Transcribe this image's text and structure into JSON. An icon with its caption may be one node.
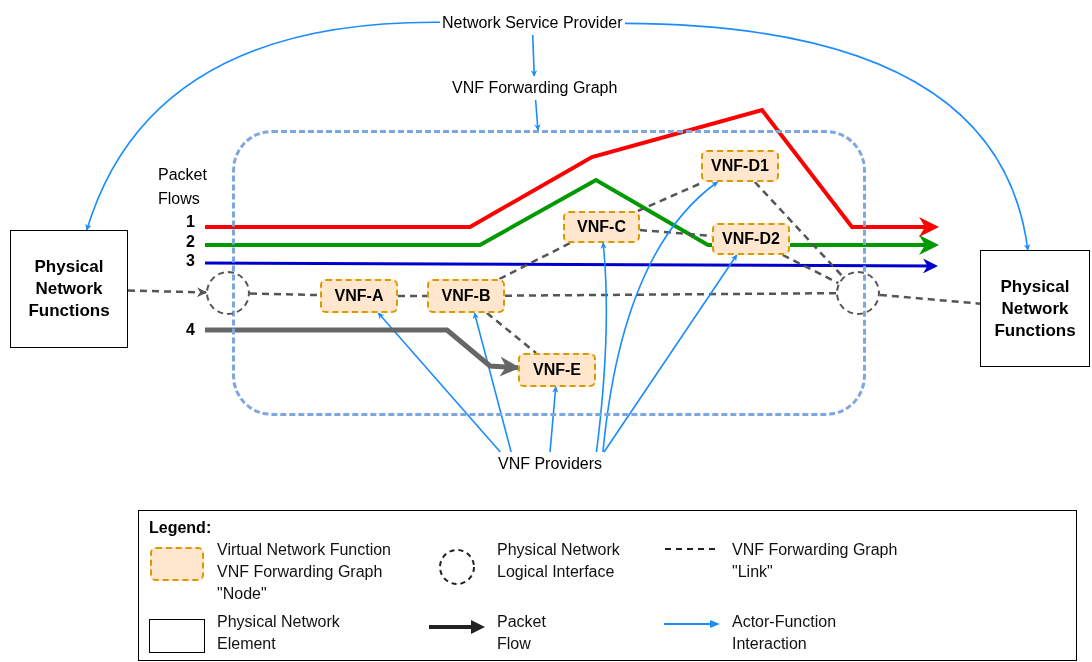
{
  "diagram": {
    "nodes": [
      {
        "text": [
          "Network Service Provider"
        ]
      },
      {
        "text": [
          "VNF Forwarding Graph"
        ]
      },
      {
        "text": [],
        "shape": "box"
      },
      {
        "text": [
          "Physical Network Functions"
        ]
      },
      {
        "text": [
          "Physical Network Functions"
        ]
      },
      {
        "text": [],
        "shape": "circle"
      },
      {
        "text": [],
        "shape": "circle"
      },
      {
        "text": [
          "VNF-A"
        ],
        "in": 2
      },
      {
        "text": [
          "VNF-B"
        ],
        "in": 2
      },
      {
        "text": [
          "VNF-C"
        ],
        "in": 2
      },
      {
        "text": [
          "VNF-D1"
        ],
        "in": 2
      },
      {
        "text": [
          "VNF-D2"
        ],
        "in": 2
      },
      {
        "text": [
          "VNF-E"
        ],
        "in": 2
      },
      {
        "text": [
          "VNF Providers"
        ]
      }
    ],
    "edges": [
      {
        "from": 0,
        "to": 3,
        "arrow": "to",
        "color": "#1a8cff"
      },
      {
        "from": 0,
        "to": 4,
        "arrow": "to",
        "color": "#1a8cff"
      },
      {
        "from": 0,
        "to": 1,
        "arrow": "to",
        "color": "#1a8cff"
      },
      {
        "from": 1,
        "to": 2,
        "arrow": "to",
        "color": "#1a8cff"
      },
      {
        "from": 3,
        "to": 5,
        "arrow": "to",
        "style": "dashed",
        "color": "#555555"
      },
      {
        "from": 5,
        "to": 7,
        "arrow": "none",
        "style": "dashed",
        "color": "#555555"
      },
      {
        "from": 7,
        "to": 8,
        "arrow": "none",
        "style": "dashed",
        "color": "#555555"
      },
      {
        "from": 8,
        "to": 9,
        "arrow": "none",
        "style": "dashed",
        "color": "#555555"
      },
      {
        "from": 8,
        "to": 12,
        "arrow": "none",
        "style": "dashed",
        "color": "#555555"
      },
      {
        "from": 9,
        "to": 10,
        "arrow": "none",
        "style": "dashed",
        "color": "#555555"
      },
      {
        "from": 9,
        "to": 11,
        "arrow": "none",
        "style": "dashed",
        "color": "#555555"
      },
      {
        "from": 10,
        "to": 6,
        "arrow": "none",
        "style": "dashed",
        "color": "#555555"
      },
      {
        "from": 11,
        "to": 6,
        "arrow": "none",
        "style": "dashed",
        "color": "#555555"
      },
      {
        "from": 8,
        "to": 6,
        "arrow": "none",
        "style": "dashed",
        "color": "#555555"
      },
      {
        "from": 6,
        "to": 4,
        "arrow": "none",
        "style": "dashed",
        "color": "#555555"
      },
      {
        "from": 13,
        "to": 7,
        "arrow": "to",
        "color": "#1a8cff"
      },
      {
        "from": 13,
        "to": 8,
        "arrow": "to",
        "color": "#1a8cff"
      },
      {
        "from": 13,
        "to": 12,
        "arrow": "to",
        "color": "#1a8cff"
      },
      {
        "from": 13,
        "to": 9,
        "arrow": "to",
        "color": "#1a8cff"
      },
      {
        "from": 13,
        "to": 10,
        "arrow": "to",
        "color": "#1a8cff"
      },
      {
        "from": 13,
        "to": 11,
        "arrow": "to",
        "color": "#1a8cff"
      },
      {
        "from": null,
        "to": 12,
        "arrow": "to",
        "style": "thick",
        "color": "#666666"
      }
    ],
    "labels": [
      "Packet Flows",
      "1",
      "2",
      "3",
      "4",
      "Legend:"
    ],
    "legend": [
      {
        "text": "Virtual Network Function VNF Forwarding Graph \"Node\""
      },
      {
        "text": "Physical Network Logical Interface"
      },
      {
        "text": "VNF Forwarding Graph \"Link\""
      },
      {
        "text": "Physical Network Element"
      },
      {
        "text": "Packet Flow"
      },
      {
        "text": "Actor-Function Interaction"
      }
    ]
  }
}
